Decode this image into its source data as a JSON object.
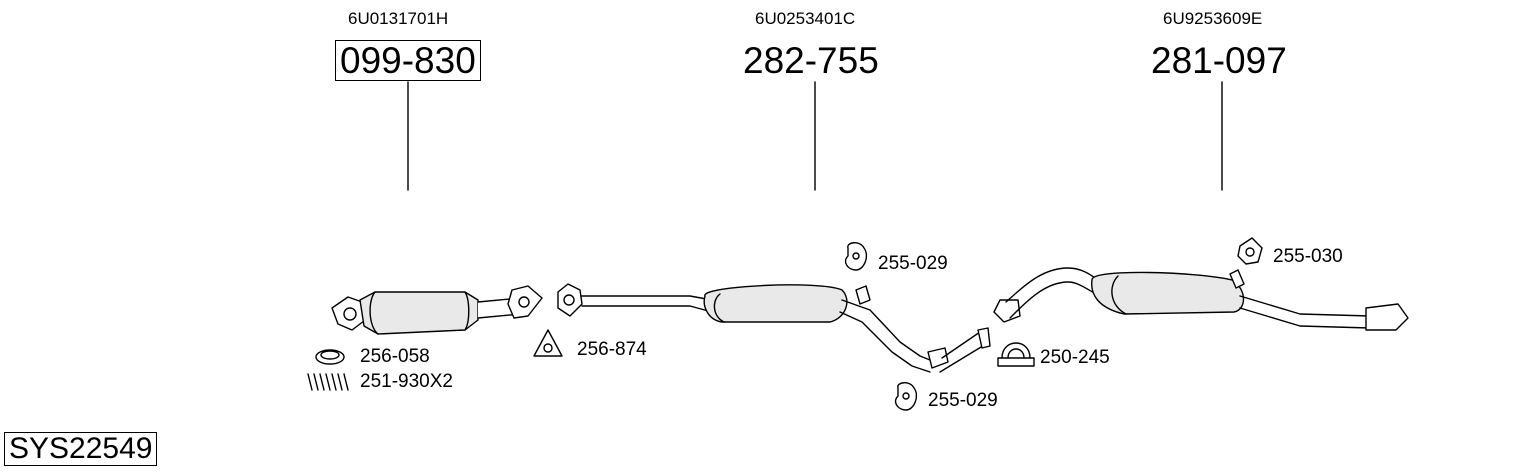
{
  "diagram": {
    "main_parts": [
      {
        "oem": "6U0131701H",
        "ref": "099-830"
      },
      {
        "oem": "6U0253401C",
        "ref": "282-755"
      },
      {
        "oem": "6U9253609E",
        "ref": "281-097"
      }
    ],
    "accessories": {
      "gasket": "256-058",
      "spring": "251-930X2",
      "flange_gasket": "256-874",
      "hanger_1": "255-029",
      "hanger_2": "255-029",
      "clamp": "250-245",
      "hanger_3": "255-030"
    },
    "system_code": "SYS22549"
  }
}
